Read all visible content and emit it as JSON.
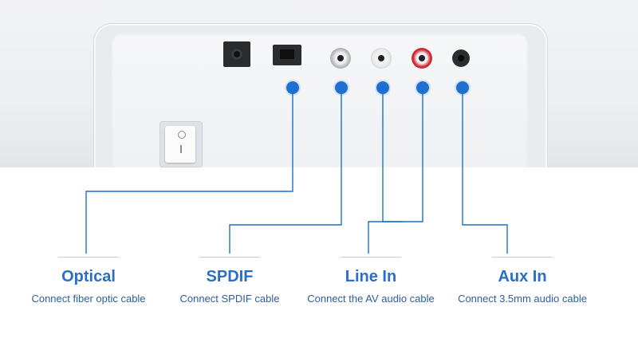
{
  "colors": {
    "accent": "#1f6fd1",
    "title_text": "#2a6fc6",
    "desc_text": "#2d5e9e",
    "connector": "#1f6fd1"
  },
  "ports": [
    {
      "id": "dc",
      "icon": "dc-power-jack-icon"
    },
    {
      "id": "optical",
      "icon": "optical-port-icon"
    },
    {
      "id": "spdif",
      "icon": "coaxial-port-icon",
      "ring_color": "#b8bcc2"
    },
    {
      "id": "line-in-left",
      "icon": "rca-white-port-icon",
      "ring_color": "#e8e9eb"
    },
    {
      "id": "line-in-right",
      "icon": "rca-red-port-icon",
      "ring_color": "#d4202a"
    },
    {
      "id": "aux",
      "icon": "aux-port-icon"
    }
  ],
  "callouts": [
    {
      "title": "Optical",
      "description": "Connect fiber optic cable"
    },
    {
      "title": "SPDIF",
      "description": "Connect SPDIF cable"
    },
    {
      "title": "Line In",
      "description": "Connect the AV audio cable"
    },
    {
      "title": "Aux In",
      "description": "Connect 3.5mm audio cable"
    }
  ],
  "power_switch": {
    "icon": "power-switch-icon"
  }
}
